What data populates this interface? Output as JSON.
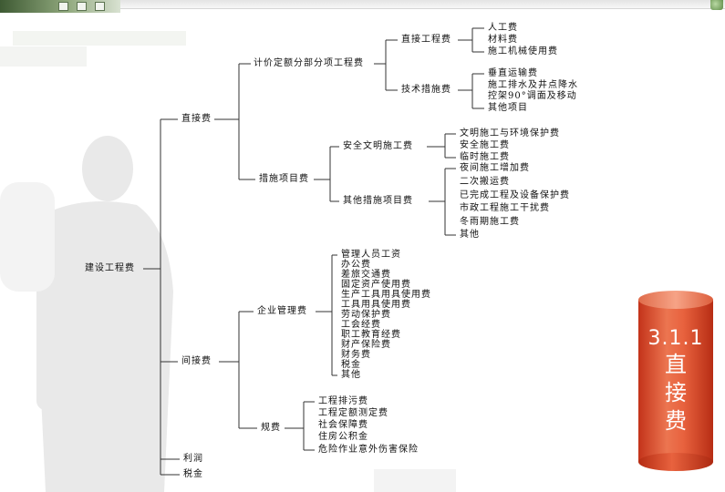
{
  "tree": {
    "root": "建设工程费",
    "direct": "直接费",
    "pricing": "计价定额分部分项工程费",
    "direct_eng": "直接工程费",
    "labor": "人工费",
    "material": "材料费",
    "machinery": "施工机械使用费",
    "tech": "技术措施费",
    "vertical": "垂直运输费",
    "drainage": "施工排水及井点降水",
    "scaffold": "控架90°调面及移动",
    "tech_other": "其他项目",
    "measures": "措施项目费",
    "safe": "安全文明施工费",
    "env": "文明施工与环境保护费",
    "safety": "安全施工费",
    "temp": "临时施工费",
    "other_measures": "其他措施项目费",
    "night": "夜间施工增加费",
    "secondary": "二次搬运费",
    "protect_done": "已完成工程及设备保护费",
    "municipal": "市政工程施工干扰费",
    "winter": "冬雨期施工费",
    "m_other": "其他",
    "indirect": "间接费",
    "mgmt": "企业管理费",
    "mgmt_items": [
      "管理人员工资",
      "办公费",
      "差旅交通费",
      "固定资产使用费",
      "生产工具用具使用费",
      "工具用具使用费",
      "劳动保护费",
      "工会经费",
      "职工教育经费",
      "财产保险费",
      "财务费",
      "税金",
      "其他"
    ],
    "fees": "规费",
    "fee_items": [
      "工程排污费",
      "工程定额测定费",
      "社会保障费",
      "住房公积金",
      "危险作业意外伤害保险"
    ],
    "profit": "利润",
    "tax": "税金"
  },
  "badge": {
    "number": "3.1.1",
    "chars": [
      "直",
      "接",
      "费"
    ]
  },
  "colors": {
    "badge": "#e8623e",
    "line": "#333333"
  }
}
